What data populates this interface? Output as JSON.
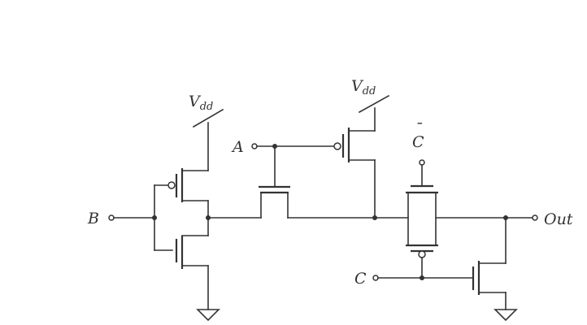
{
  "diagram": {
    "type": "cmos-circuit-schematic",
    "labels": {
      "input_a": "A",
      "input_b": "B",
      "input_c": "C",
      "input_c_bar": "C",
      "c_bar_overline": "¯",
      "output": "Out",
      "vdd_letter": "V",
      "vdd_subscript": "dd"
    },
    "components": [
      {
        "name": "pmos-inverter-pullup",
        "kind": "pmos",
        "gate": "B"
      },
      {
        "name": "nmos-inverter-pulldown",
        "kind": "nmos",
        "gate": "B"
      },
      {
        "name": "pass-transistor",
        "kind": "nmos",
        "gate": "A"
      },
      {
        "name": "pmos-a-pullup",
        "kind": "pmos",
        "gate": "A"
      },
      {
        "name": "transmission-gate",
        "kind": "transmission-gate",
        "gates": [
          "C",
          "C̄"
        ]
      },
      {
        "name": "nmos-output-pulldown",
        "kind": "nmos",
        "gate": "C"
      }
    ],
    "colors": {
      "ink": "#333333",
      "background": "#ffffff"
    }
  }
}
